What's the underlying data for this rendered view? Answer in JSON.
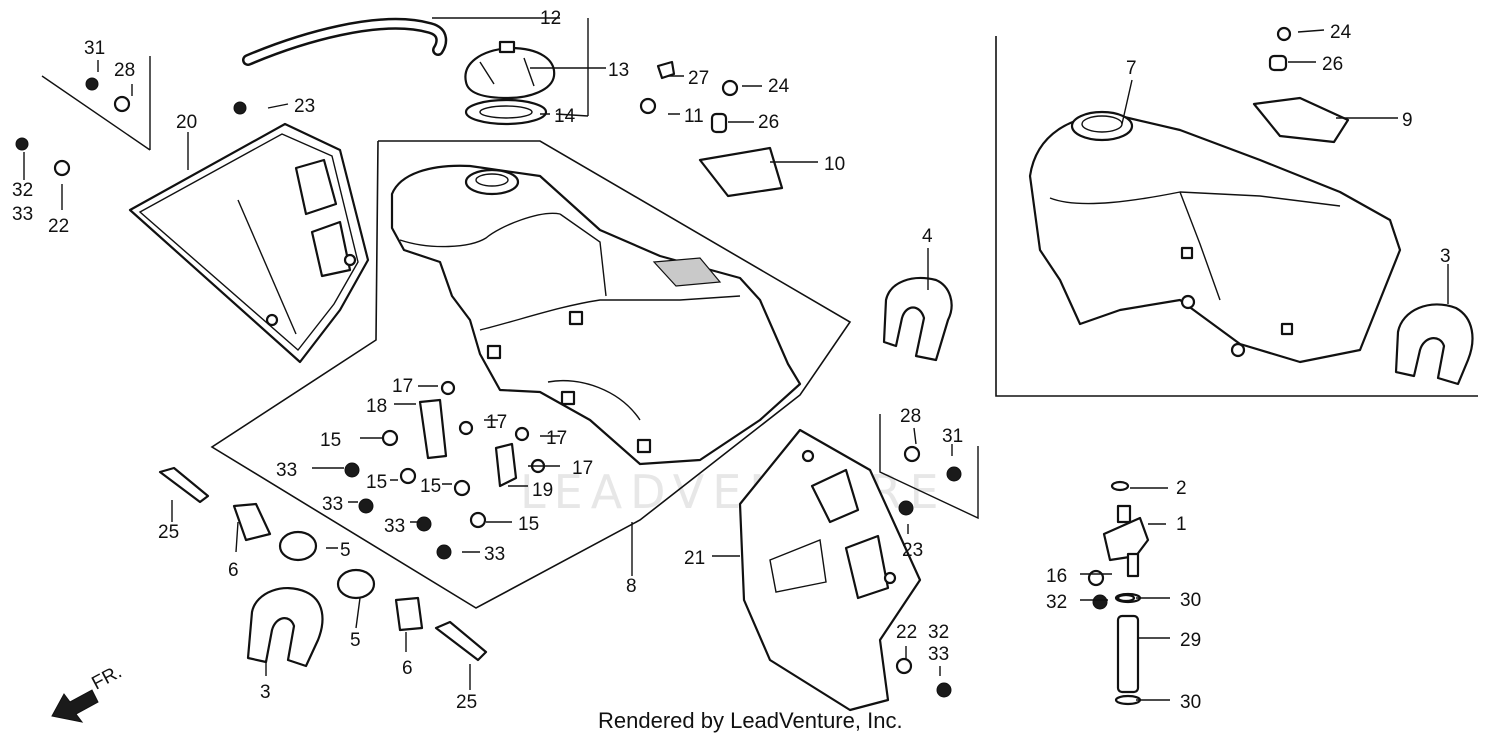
{
  "callouts": [
    "1",
    "2",
    "3",
    "3",
    "4",
    "5",
    "5",
    "6",
    "6",
    "7",
    "8",
    "9",
    "10",
    "11",
    "12",
    "13",
    "14",
    "15",
    "15",
    "15",
    "15",
    "16",
    "17",
    "17",
    "17",
    "17",
    "18",
    "19",
    "20",
    "21",
    "22",
    "22",
    "23",
    "23",
    "24",
    "24",
    "25",
    "25",
    "26",
    "26",
    "27",
    "28",
    "28",
    "29",
    "30",
    "30",
    "31",
    "31",
    "32",
    "32",
    "33",
    "33",
    "33",
    "33",
    "33",
    "33"
  ],
  "direction_label": "FR.",
  "watermark": "LEADVENTURE",
  "footer": "Rendered by LeadVenture, Inc."
}
